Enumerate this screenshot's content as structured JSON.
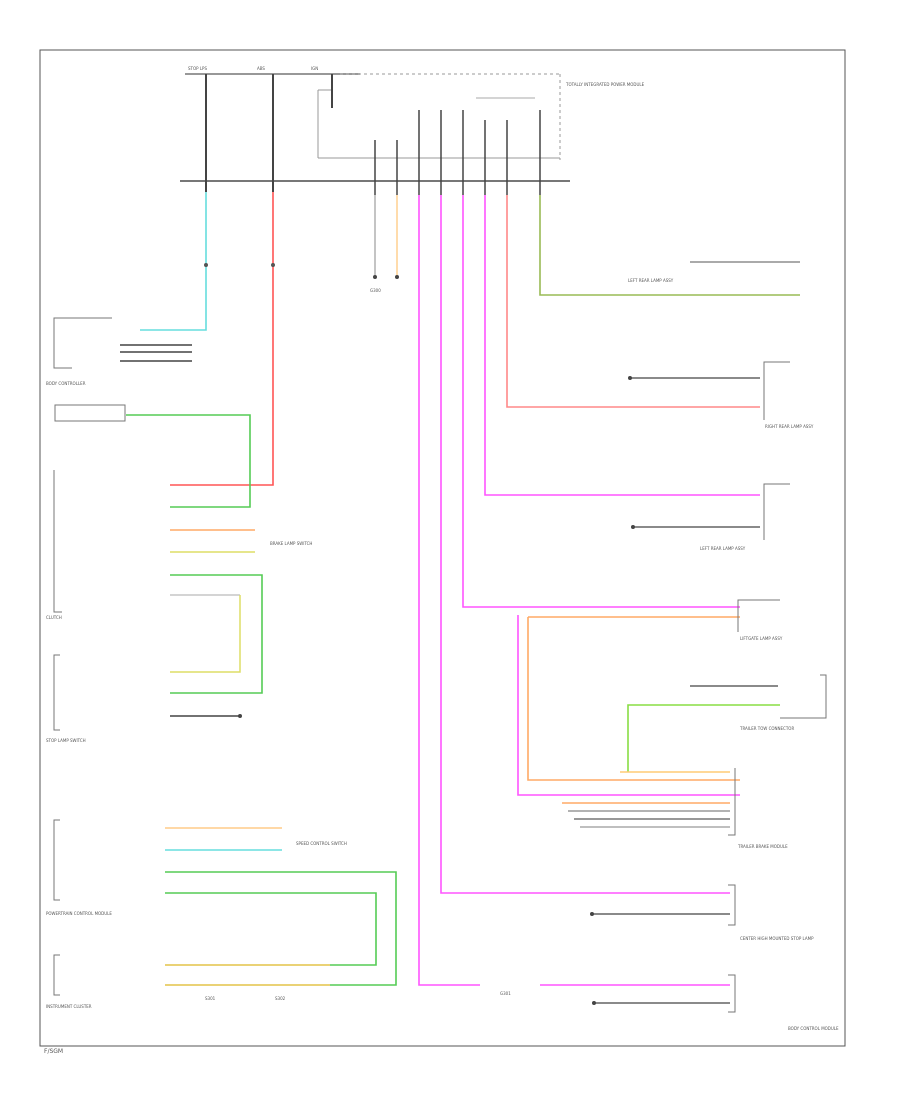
{
  "colors": {
    "frame": "#555555",
    "wire_pink": "#ff55ff",
    "wire_red": "#ff5555",
    "wire_light_red": "#ff8888",
    "wire_cyan": "#66dddd",
    "wire_green": "#55cc55",
    "wire_olive": "#99bb55",
    "wire_orange": "#ffaa66",
    "wire_yellow": "#dddd66",
    "wire_lime": "#88dd44",
    "wire_dark": "#333333"
  },
  "labels": {
    "footer_code": "F/SGM",
    "fuse_a": "STOP LPS",
    "fuse_b": "ABS",
    "fuse_c": "IGN",
    "bus_module": "TOTALLY INTEGRATED POWER MODULE",
    "left_ground_note": "BODY CONTROL MODULE",
    "right_mirror": "LEFT REAR LAMP ASSY",
    "right_rear_lamp": "RIGHT REAR LAMP ASSY",
    "left_rear_lamp": "LEFT REAR LAMP ASSY",
    "liftgate_lamp": "LIFTGATE LAMP ASSY",
    "trailer_connector": "TRAILER TOW CONNECTOR",
    "chmsl": "CENTER HIGH MOUNTED STOP LAMP",
    "trailer_brake": "TRAILER BRAKE MODULE",
    "body_controller": "BODY CONTROLLER",
    "clutch": "CLUTCH",
    "brake_switch": "BRAKE LAMP SWITCH",
    "stop_lamp_switch": "STOP LAMP SWITCH",
    "speed_control_switch": "SPEED CONTROL SWITCH",
    "powertrain_module": "POWERTRAIN CONTROL MODULE",
    "instrument_cluster": "INSTRUMENT CLUSTER",
    "ground_a": "G300",
    "ground_b": "G301",
    "splice_a": "S301",
    "splice_b": "S302"
  }
}
